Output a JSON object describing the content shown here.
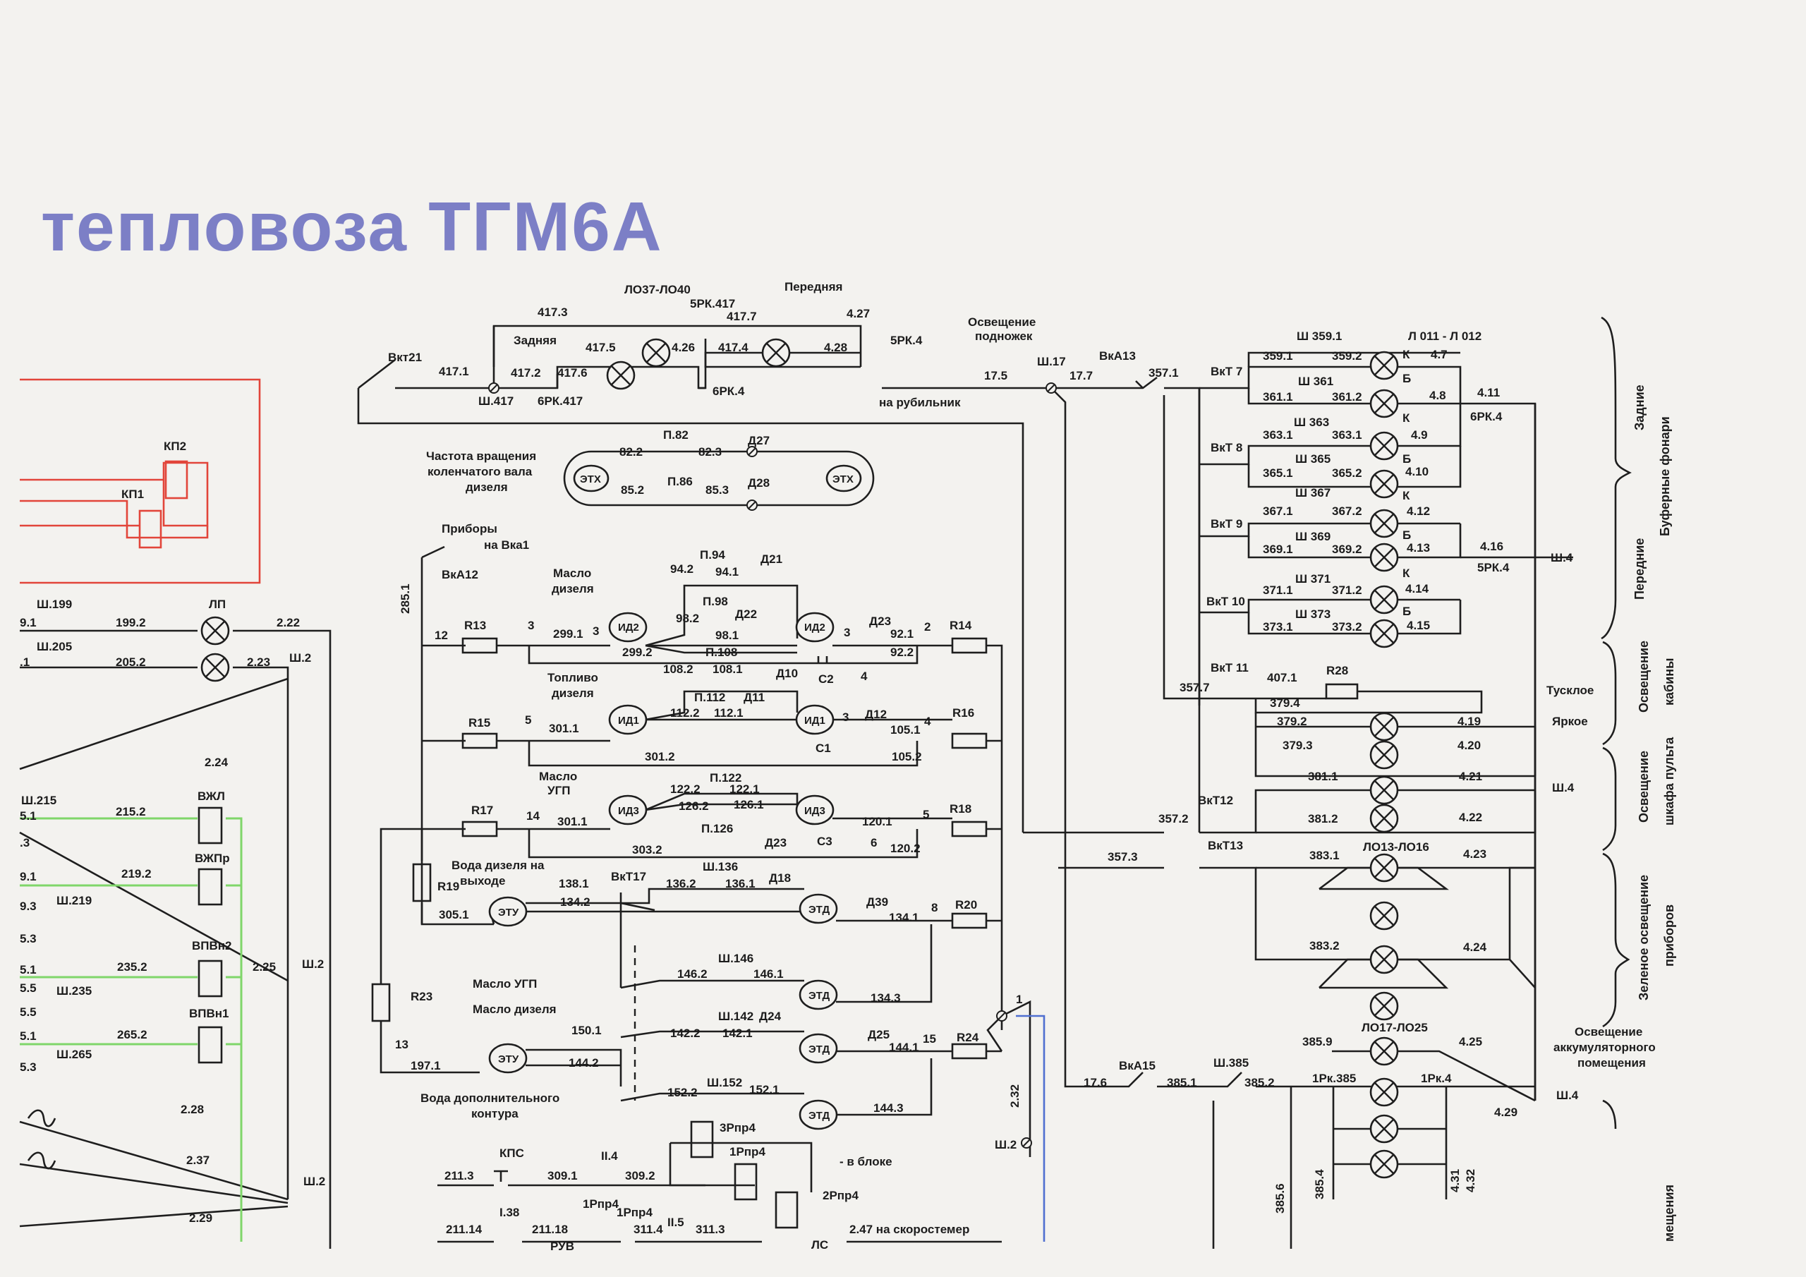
{
  "title": "тепловоза ТГМ6А",
  "labels": {
    "lo37_lo40": "ЛО37-ЛО40",
    "5rk417": "5РК.417",
    "perednyaya": "Передняя",
    "zadnyaya": "Задняя",
    "w417_3": "417.3",
    "w417_7": "417.7",
    "w417_5": "417.5",
    "w417_4": "417.4",
    "w417_6": "417.6",
    "w417_1": "417.1",
    "w417_2": "417.2",
    "w4_27": "4.27",
    "w4_26": "4.26",
    "w4_28": "4.28",
    "sh417": "Ш.417",
    "6rk417": "6РК.417",
    "6rk4_a": "6РК.4",
    "5rk4_a": "5РК.4",
    "vkt21": "Вкт21",
    "osv_podnozh_1": "Освещение",
    "osv_podnozh_2": "подножек",
    "w17_5": "17.5",
    "sh17": "Ш.17",
    "w17_7": "17.7",
    "vka13": "ВкА13",
    "w357_1": "357.1",
    "na_rubilnik": "на рубильник",
    "chastota_1": "Частота вращения",
    "chastota_2": "коленчатого вала",
    "chastota_3": "дизеля",
    "p82": "П.82",
    "w82_2": "82.2",
    "w82_3": "82.3",
    "d27": "Д27",
    "p86": "П.86",
    "w85_2": "85.2",
    "w85_3": "85.3",
    "d28": "Д28",
    "etx": "ЭТХ",
    "pribory": "Приборы",
    "na_vka1": "на Вка1",
    "vka12": "ВкА12",
    "w285_1": "285.1",
    "p94": "П.94",
    "d21": "Д21",
    "w94_2": "94.2",
    "w94_1": "94.1",
    "maslo_dizelya_1": "Масло",
    "maslo_dizelya_2": "дизеля",
    "p98": "П.98",
    "w98_2": "98.2",
    "w98_1": "98.1",
    "d22": "Д22",
    "id2": "ИД2",
    "r13": "R13",
    "n12": "12",
    "n3": "3",
    "w299_1": "299.1",
    "w299_2": "299.2",
    "n1": "1",
    "n2": "2",
    "d23": "Д23",
    "w92_1": "92.1",
    "w92_2": "92.2",
    "r14": "R14",
    "n4": "4",
    "c2": "С2",
    "p108": "П.108",
    "w108_2": "108.2",
    "w108_1": "108.1",
    "d10": "Д10",
    "toplivo_1": "Топливо",
    "toplivo_2": "дизеля",
    "p112": "П.112",
    "w112_2": "112.2",
    "w112_1": "112.1",
    "d11": "Д11",
    "id1": "ИД1",
    "r15": "R15",
    "n5": "5",
    "w301_1": "301.1",
    "d12": "Д12",
    "w105_1": "105.1",
    "r16": "R16",
    "w301_2": "301.2",
    "c1": "С1",
    "w105_2": "105.2",
    "maslo_ugp_1": "Масло",
    "maslo_ugp_2": "УГП",
    "p122": "П.122",
    "w122_2": "122.2",
    "w122_1": "122.1",
    "w126_2": "126.2",
    "w126_1": "126.1",
    "p126": "П.126",
    "id3": "ИД3",
    "r17": "R17",
    "n14": "14",
    "w120_1": "120.1",
    "r18": "R18",
    "w303_2": "303.2",
    "c3": "С3",
    "n6": "6",
    "w120_2": "120.2",
    "voda_1": "Вода дизеля на",
    "voda_2": "выходе",
    "vkt17": "ВкТ17",
    "sh136": "Ш.136",
    "w138_1": "138.1",
    "w134_2": "134.2",
    "w136_2": "136.2",
    "w136_1": "136.1",
    "d18": "Д18",
    "r19": "R19",
    "w305_1": "305.1",
    "etu": "ЭТУ",
    "etd": "ЭТД",
    "d39": "Д39",
    "w134_1": "134.1",
    "n8": "8",
    "r20": "R20",
    "sh146": "Ш.146",
    "w146_2": "146.2",
    "w146_1": "146.1",
    "w134_3": "134.3",
    "maslo_ugp": "Масло УГП",
    "maslo_diz": "Масло дизеля",
    "r23": "R23",
    "w150_1": "150.1",
    "w144_2": "144.2",
    "sh142": "Ш.142",
    "d24": "Д24",
    "w142_2": "142.2",
    "w142_1": "142.1",
    "d25": "Д25",
    "w144_1": "144.1",
    "n15": "15",
    "r24": "R24",
    "n13": "13",
    "w197_1": "197.1",
    "voda_dop_1": "Вода дополнительного",
    "voda_dop_2": "контура",
    "sh152": "Ш.152",
    "w152_2": "152.2",
    "w152_1": "152.1",
    "w144_3": "144.3",
    "w2_32": "2.32",
    "sh2_b": "Ш.2",
    "3rpr4": "3Рпр4",
    "1rpr4": "1Рпр4",
    "v_bloke": "- в блоке",
    "2rpr4": "2Рпр4",
    "kps": "КПС",
    "w211_3": "211.3",
    "w309_1": "309.1",
    "ii4": "II.4",
    "w309_2": "309.2",
    "i38": "I.38",
    "w211_18": "211.18",
    "w211_14": "211.14",
    "ii5": "II.5",
    "w311_4": "311.4",
    "w311_3": "311.3",
    "rvv": "РУВ",
    "1rpr4_b": "1Рпр4",
    "1rpr4_c": "1Рпр4",
    "spidometr": "2.47 на скоростемер",
    "lc": "ЛС",
    "kp2": "КП2",
    "kp1": "КП1",
    "sh199": "Ш.199",
    "w_9_1": "9.1",
    "w199_2": "199.2",
    "lp": "ЛП",
    "w2_22": "2.22",
    "sh205": "Ш.205",
    "w_1": ".1",
    "w205_2": "205.2",
    "w2_23": "2.23",
    "sh2_a": "Ш.2",
    "w2_24": "2.24",
    "sh215": "Ш.215",
    "w5_1a": "5.1",
    "w215_2": "215.2",
    "vzhl": "ВЖЛ",
    "w_3": ".3",
    "vzhpr": "ВЖПр",
    "w9_1": "9.1",
    "w219_2": "219.2",
    "w9_3": "9.3",
    "sh219": "Ш.219",
    "w5_3a": "5.3",
    "vpvn2": "ВПВн2",
    "w5_1b": "5.1",
    "w235_2": "235.2",
    "w2_25": "2.25",
    "sh2_c": "Ш.2",
    "w5_5a": "5.5",
    "sh235": "Ш.235",
    "w5_5b": "5.5",
    "vpvn1": "ВПВн1",
    "w5_1c": "5.1",
    "w265_2": "265.2",
    "w5_3b": "5.3",
    "sh265": "Ш.265",
    "w2_28": "2.28",
    "w2_37": "2.37",
    "sh2_d": "Ш.2",
    "w2_29": "2.29",
    "sh359_1": "Ш 359.1",
    "lo11_12": "Л 011 - Л 012",
    "w359_1": "359.1",
    "w359_2": "359.2",
    "k": "К",
    "b": "Б",
    "w4_7": "4.7",
    "vkt7": "ВкТ 7",
    "sh361": "Ш 361",
    "w361_1": "361.1",
    "w361_2": "361.2",
    "w4_8": "4.8",
    "w4_11": "4.11",
    "6rk4_b": "6РК.4",
    "sh363": "Ш 363",
    "vkt8": "ВкТ 8",
    "w363_1": "363.1",
    "w363_2": "363.1",
    "w4_9": "4.9",
    "sh365": "Ш 365",
    "w365_1": "365.1",
    "w365_2": "365.2",
    "w4_10": "4.10",
    "sh367": "Ш 367",
    "w367_1": "367.1",
    "w367_2": "367.2",
    "w4_12": "4.12",
    "vkt9": "ВкТ 9",
    "sh369": "Ш 369",
    "w369_1": "369.1",
    "w369_2": "369.2",
    "w4_13": "4.13",
    "w4_16": "4.16",
    "5rk4_b": "5РК.4",
    "sh4_a": "Ш.4",
    "sh371": "Ш 371",
    "w371_1": "371.1",
    "w371_2": "371.2",
    "w4_14": "4.14",
    "vkt10": "ВкТ 10",
    "sh373": "Ш 373",
    "w373_1": "373.1",
    "w373_2": "373.2",
    "w4_15": "4.15",
    "vkt11": "ВкТ 11",
    "w407_1": "407.1",
    "r28": "R28",
    "w357_7": "357.7",
    "w379_4": "379.4",
    "tuskloe": "Тусклое",
    "w379_2": "379.2",
    "w4_19": "4.19",
    "yarkoe": "Яркое",
    "w379_3": "379.3",
    "w4_20": "4.20",
    "w381_1": "381.1",
    "w4_21": "4.21",
    "sh4_b": "Ш.4",
    "vkt12": "ВкТ12",
    "w357_2": "357.2",
    "w381_2": "381.2",
    "w4_22": "4.22",
    "vkt13": "ВкТ13",
    "w357_3": "357.3",
    "w383_1": "383.1",
    "lo13_16": "ЛО13-ЛО16",
    "w4_23": "4.23",
    "w383_2": "383.2",
    "w4_24": "4.24",
    "lo17_25": "ЛО17-ЛО25",
    "w385_9": "385.9",
    "w4_25": "4.25",
    "sh4_c": "Ш.4",
    "osv_akk_1": "Освещение",
    "osv_akk_2": "аккумуляторного",
    "osv_akk_3": "помещения",
    "vka15": "ВкА15",
    "sh385": "Ш.385",
    "w17_6": "17.6",
    "w385_1": "385.1",
    "w385_2": "385.2",
    "1rk385": "1Рк.385",
    "1rk4": "1Рк.4",
    "w4_29": "4.29",
    "w385_6": "385.6",
    "w385_4": "385.4",
    "w4_31": "4.31",
    "w4_32": "4.32",
    "n1_b": "1"
  },
  "sections": {
    "zadnie": "Задние",
    "bufernye": "Буферные фонари",
    "perednie": "Передние",
    "osv_kabiny_1": "Освещение",
    "osv_kabiny_2": "кабины",
    "osv_pulta_1": "Освещение",
    "osv_pulta_2": "шкафа пульта",
    "zelen_1": "Зеленое освещение",
    "zelen_2": "приборов",
    "pomeshch": "мещения"
  }
}
